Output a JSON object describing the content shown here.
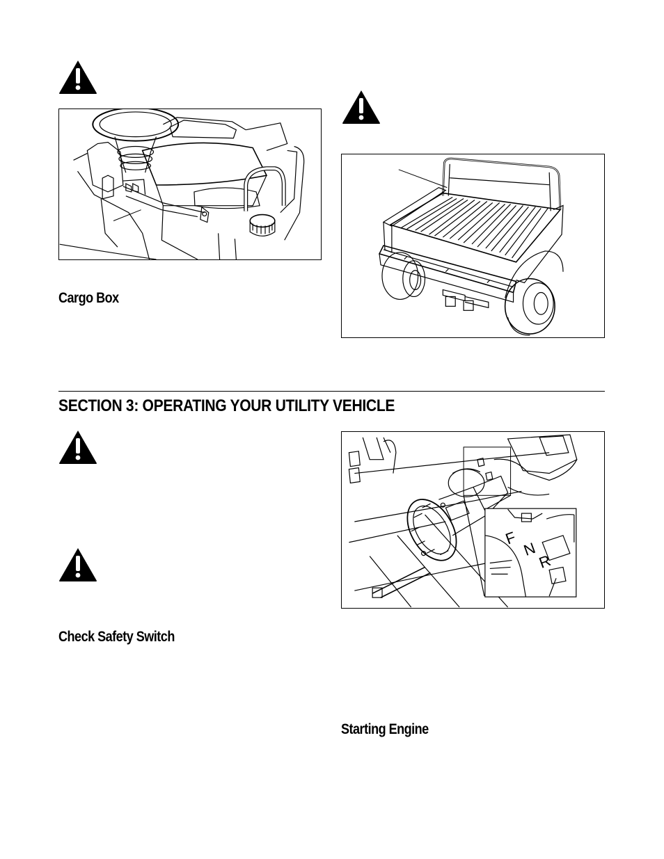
{
  "page": {
    "headings": {
      "cargo_box": "Cargo Box",
      "check_safety_switch": "Check Safety Switch",
      "starting_engine": "Starting Engine"
    },
    "section": {
      "title": "SECTION 3:  OPERATING YOUR UTILITY VEHICLE"
    },
    "figures": {
      "transmission_inset_letters": [
        "F",
        "N",
        "R"
      ]
    },
    "icons": {
      "warning": "warning-triangle-icon"
    }
  }
}
